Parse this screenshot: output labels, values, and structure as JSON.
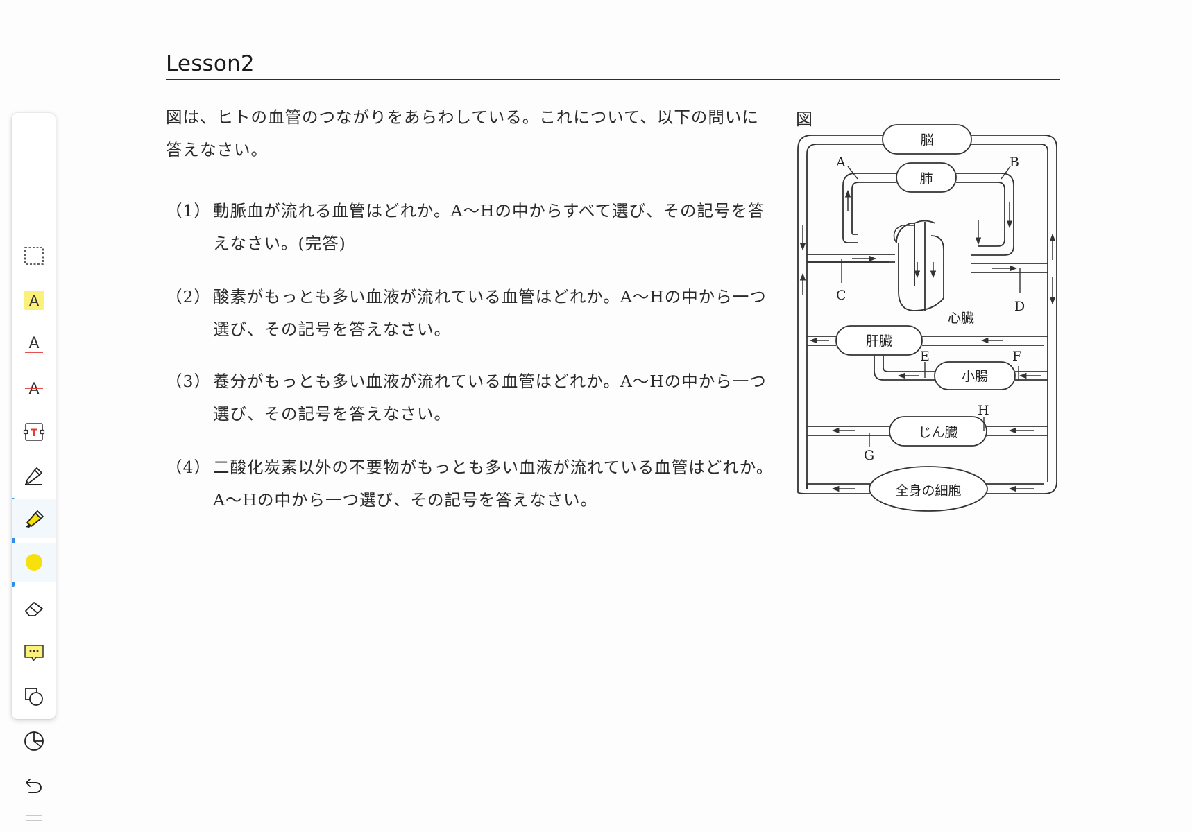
{
  "toolbar": {
    "tools": [
      {
        "name": "select-rect-tool",
        "icon": "dashed-rectangle-icon"
      },
      {
        "name": "text-highlight-tool",
        "icon": "highlighted-a-icon"
      },
      {
        "name": "text-underline-tool",
        "icon": "underlined-a-icon"
      },
      {
        "name": "text-strikethrough-tool",
        "icon": "strikethrough-a-icon"
      },
      {
        "name": "text-box-tool",
        "icon": "text-box-icon"
      },
      {
        "name": "pen-tool",
        "icon": "pen-icon"
      },
      {
        "name": "highlighter-tool",
        "icon": "highlighter-icon"
      },
      {
        "name": "color-picker",
        "icon": "color-dot-icon"
      },
      {
        "name": "eraser-tool",
        "icon": "eraser-icon"
      },
      {
        "name": "comment-tool",
        "icon": "comment-icon"
      },
      {
        "name": "shape-tool",
        "icon": "shapes-icon"
      },
      {
        "name": "sticker-tool",
        "icon": "sticker-icon"
      },
      {
        "name": "undo-tool",
        "icon": "undo-icon"
      }
    ],
    "active_tool": "highlighter-tool",
    "active_color": "#f6e10c",
    "accent": "#2e8fe8"
  },
  "document": {
    "title": "Lesson2",
    "intro": "図は、ヒトの血管のつながりをあらわしている。これについて、以下の問いに答えなさい。",
    "questions": [
      {
        "num": "（1）",
        "text": "動脈血が流れる血管はどれか。A〜Hの中からすべて選び、その記号を答えなさい。(完答)"
      },
      {
        "num": "（2）",
        "text": "酸素がもっとも多い血液が流れている血管はどれか。A〜Hの中から一つ選び、その記号を答えなさい。"
      },
      {
        "num": "（3）",
        "text": "養分がもっとも多い血液が流れている血管はどれか。A〜Hの中から一つ選び、その記号を答えなさい。"
      },
      {
        "num": "（4）",
        "text": "二酸化炭素以外の不要物がもっとも多い血液が流れている血管はどれか。A〜Hの中から一つ選び、その記号を答えなさい。"
      }
    ]
  },
  "figure": {
    "label": "図",
    "organs": {
      "brain": "脳",
      "lungs": "肺",
      "heart": "心臓",
      "liver": "肝臓",
      "small_intestine": "小腸",
      "kidney": "じん臓",
      "body_cells": "全身の細胞"
    },
    "vessel_labels": [
      "A",
      "B",
      "C",
      "D",
      "E",
      "F",
      "G",
      "H"
    ]
  }
}
